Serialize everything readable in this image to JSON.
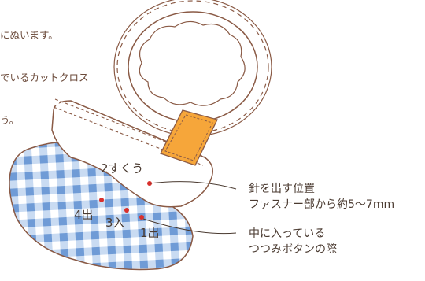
{
  "intro_text": {
    "line1": "にぬいます。",
    "line2": "でいるカットクロス",
    "line3": "う。"
  },
  "stitch_labels": {
    "label_2": "2すくう",
    "label_4": "4出",
    "label_3": "3入",
    "label_1": "1出"
  },
  "callouts": {
    "needle_position": {
      "line1": "針を出す位置",
      "line2": "ファスナー部から約5〜7mm"
    },
    "button_edge": {
      "line1": "中に入っている",
      "line2": "つつみボタンの際"
    }
  },
  "colors": {
    "outline": "#8a5a45",
    "gingham_blue": "#6f9bd6",
    "gingham_light": "#c9dbf2",
    "zipper_orange": "#f6a63a",
    "stitch_dot": "#d9302c"
  }
}
